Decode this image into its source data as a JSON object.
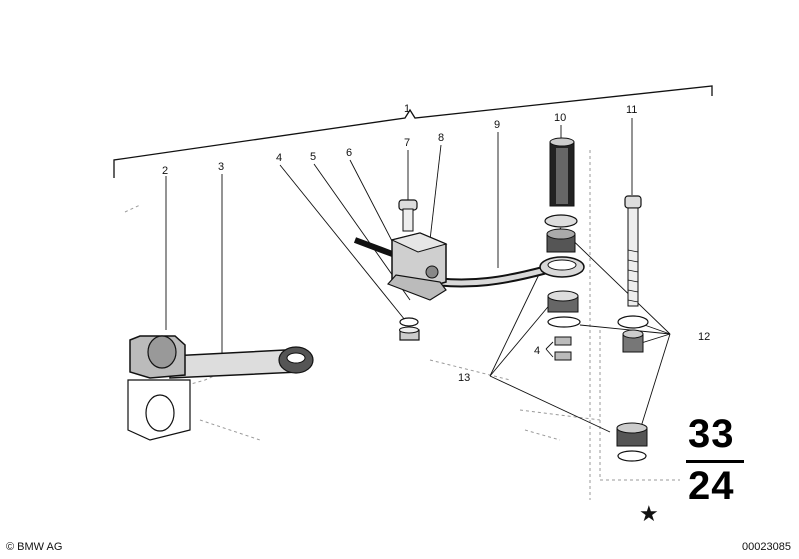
{
  "callouts": {
    "c1": "1",
    "c2": "2",
    "c3": "3",
    "c4a": "4",
    "c4b": "4",
    "c5": "5",
    "c6": "6",
    "c7": "7",
    "c8": "8",
    "c9": "9",
    "c10": "10",
    "c11": "11",
    "c12": "12",
    "c13": "13"
  },
  "group_code": {
    "top": "33",
    "bottom": "24"
  },
  "footer": {
    "copyright": "© BMW AG",
    "document_number": "00023085"
  },
  "icons": {
    "marker": "star-icon"
  },
  "colors": {
    "ink": "#111111",
    "part_fill": "#d9d9d9",
    "ghost": "#9a9a9a"
  }
}
